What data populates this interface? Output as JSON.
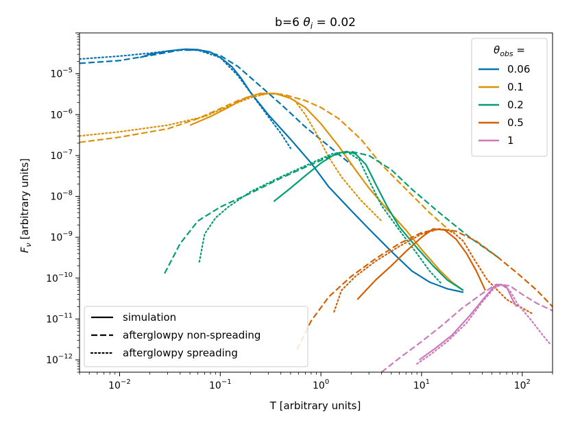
{
  "chart_data": {
    "type": "line",
    "title": "b=6 θi = 0.02",
    "xlabel": "T [arbitrary units]",
    "ylabel": "Fν [arbitrary units]",
    "x_scale": "log",
    "y_scale": "log",
    "xlim": [
      0.004,
      200
    ],
    "ylim": [
      5e-13,
      0.0001
    ],
    "x_ticks": [
      {
        "value": 0.01,
        "mantissa": "10",
        "exp": "−2"
      },
      {
        "value": 0.1,
        "mantissa": "10",
        "exp": "−1"
      },
      {
        "value": 1,
        "mantissa": "10",
        "exp": "0"
      },
      {
        "value": 10,
        "mantissa": "10",
        "exp": "1"
      },
      {
        "value": 100,
        "mantissa": "10",
        "exp": "2"
      }
    ],
    "y_ticks": [
      {
        "value": 1e-12,
        "mantissa": "10",
        "exp": "−12"
      },
      {
        "value": 1e-11,
        "mantissa": "10",
        "exp": "−11"
      },
      {
        "value": 1e-10,
        "mantissa": "10",
        "exp": "−10"
      },
      {
        "value": 1e-09,
        "mantissa": "10",
        "exp": "−9"
      },
      {
        "value": 1e-08,
        "mantissa": "10",
        "exp": "−8"
      },
      {
        "value": 1e-07,
        "mantissa": "10",
        "exp": "−7"
      },
      {
        "value": 1e-06,
        "mantissa": "10",
        "exp": "−6"
      },
      {
        "value": 1e-05,
        "mantissa": "10",
        "exp": "−5"
      }
    ],
    "legend_obs": {
      "title": "θobs =",
      "placement": "top-right",
      "entries": [
        {
          "label": "0.06",
          "color": "#0173b2"
        },
        {
          "label": "0.1",
          "color": "#de8f05"
        },
        {
          "label": "0.2",
          "color": "#029e73"
        },
        {
          "label": "0.5",
          "color": "#d55e00"
        },
        {
          "label": "1",
          "color": "#cc78bc"
        }
      ]
    },
    "legend_style": {
      "placement": "bottom-left",
      "entries": [
        {
          "label": "simulation",
          "style": "solid"
        },
        {
          "label": "afterglowpy non-spreading",
          "style": "dashed"
        },
        {
          "label": "afterglowpy spreading",
          "style": "dotted"
        }
      ]
    },
    "series": [
      {
        "obs": "0.06",
        "style": "solid",
        "color": "#0173b2",
        "points": [
          [
            0.016,
            2.5e-05
          ],
          [
            0.02,
            3e-05
          ],
          [
            0.03,
            3.6e-05
          ],
          [
            0.045,
            4e-05
          ],
          [
            0.06,
            3.9e-05
          ],
          [
            0.08,
            3.4e-05
          ],
          [
            0.1,
            2.5e-05
          ],
          [
            0.13,
            1.5e-05
          ],
          [
            0.16,
            8e-06
          ],
          [
            0.2,
            3.5e-06
          ],
          [
            0.3,
            1e-06
          ],
          [
            0.5,
            2.5e-07
          ],
          [
            0.8,
            6.5e-08
          ],
          [
            1.2,
            1.7e-08
          ],
          [
            2,
            4.5e-09
          ],
          [
            3,
            1.6e-09
          ],
          [
            5,
            4.5e-10
          ],
          [
            8,
            1.5e-10
          ],
          [
            12,
            8e-11
          ],
          [
            18,
            5.5e-11
          ],
          [
            26,
            4.5e-11
          ]
        ]
      },
      {
        "obs": "0.06",
        "style": "dashed",
        "color": "#0173b2",
        "points": [
          [
            0.004,
            1.8e-05
          ],
          [
            0.01,
            2.1e-05
          ],
          [
            0.02,
            2.8e-05
          ],
          [
            0.04,
            3.8e-05
          ],
          [
            0.06,
            3.8e-05
          ],
          [
            0.1,
            2.8e-05
          ],
          [
            0.15,
            1.5e-05
          ],
          [
            0.25,
            5e-06
          ],
          [
            0.4,
            1.8e-06
          ],
          [
            0.7,
            5e-07
          ],
          [
            1.2,
            1.7e-07
          ],
          [
            2,
            6e-08
          ]
        ]
      },
      {
        "obs": "0.06",
        "style": "dotted",
        "color": "#0173b2",
        "points": [
          [
            0.004,
            2.3e-05
          ],
          [
            0.01,
            2.7e-05
          ],
          [
            0.02,
            3.2e-05
          ],
          [
            0.04,
            3.9e-05
          ],
          [
            0.06,
            3.8e-05
          ],
          [
            0.1,
            2.5e-05
          ],
          [
            0.15,
            9e-06
          ],
          [
            0.22,
            2.5e-06
          ],
          [
            0.3,
            9e-07
          ],
          [
            0.4,
            3.5e-07
          ],
          [
            0.5,
            1.5e-07
          ]
        ]
      },
      {
        "obs": "0.1",
        "style": "solid",
        "color": "#de8f05",
        "points": [
          [
            0.05,
            5.5e-07
          ],
          [
            0.08,
            9e-07
          ],
          [
            0.12,
            1.5e-06
          ],
          [
            0.18,
            2.6e-06
          ],
          [
            0.25,
            3.3e-06
          ],
          [
            0.35,
            3.3e-06
          ],
          [
            0.5,
            2.5e-06
          ],
          [
            0.7,
            1.5e-06
          ],
          [
            1,
            6e-07
          ],
          [
            1.5,
            1.7e-07
          ],
          [
            2.2,
            4.5e-08
          ],
          [
            3,
            1.6e-08
          ],
          [
            4.5,
            5e-09
          ],
          [
            7,
            1.5e-09
          ],
          [
            10,
            5e-10
          ],
          [
            15,
            1.6e-10
          ],
          [
            20,
            8e-11
          ],
          [
            26,
            5e-11
          ]
        ]
      },
      {
        "obs": "0.1",
        "style": "dashed",
        "color": "#de8f05",
        "points": [
          [
            0.004,
            2.1e-07
          ],
          [
            0.01,
            2.8e-07
          ],
          [
            0.03,
            4.5e-07
          ],
          [
            0.06,
            8e-07
          ],
          [
            0.1,
            1.4e-06
          ],
          [
            0.15,
            2.2e-06
          ],
          [
            0.2,
            2.8e-06
          ],
          [
            0.3,
            3.3e-06
          ],
          [
            0.45,
            3e-06
          ],
          [
            0.7,
            2.2e-06
          ],
          [
            1,
            1.5e-06
          ],
          [
            1.5,
            8e-07
          ],
          [
            2.5,
            2.5e-07
          ],
          [
            4,
            6e-08
          ],
          [
            7,
            1.5e-08
          ],
          [
            12,
            4e-09
          ],
          [
            20,
            1.3e-09
          ]
        ]
      },
      {
        "obs": "0.1",
        "style": "dotted",
        "color": "#de8f05",
        "points": [
          [
            0.004,
            3e-07
          ],
          [
            0.01,
            3.8e-07
          ],
          [
            0.03,
            5.5e-07
          ],
          [
            0.07,
            9e-07
          ],
          [
            0.12,
            1.6e-06
          ],
          [
            0.2,
            2.6e-06
          ],
          [
            0.3,
            3.3e-06
          ],
          [
            0.4,
            3.2e-06
          ],
          [
            0.55,
            2.2e-06
          ],
          [
            0.7,
            1e-06
          ],
          [
            0.9,
            3.5e-07
          ],
          [
            1.2,
            9e-08
          ],
          [
            1.6,
            3e-08
          ],
          [
            2.5,
            8e-09
          ],
          [
            4,
            2.5e-09
          ]
        ]
      },
      {
        "obs": "0.2",
        "style": "solid",
        "color": "#029e73",
        "points": [
          [
            0.34,
            7.5e-09
          ],
          [
            0.5,
            1.6e-08
          ],
          [
            0.7,
            3.2e-08
          ],
          [
            1,
            6.5e-08
          ],
          [
            1.4,
            1.1e-07
          ],
          [
            1.8,
            1.25e-07
          ],
          [
            2.2,
            1.1e-07
          ],
          [
            2.8,
            6e-08
          ],
          [
            3.5,
            2e-08
          ],
          [
            4.5,
            6e-09
          ],
          [
            6,
            1.8e-09
          ],
          [
            9,
            5.5e-10
          ],
          [
            13,
            2e-10
          ],
          [
            18,
            9e-11
          ],
          [
            26,
            5e-11
          ]
        ]
      },
      {
        "obs": "0.2",
        "style": "dashed",
        "color": "#029e73",
        "points": [
          [
            0.028,
            1.3e-10
          ],
          [
            0.04,
            7e-10
          ],
          [
            0.06,
            2.5e-09
          ],
          [
            0.1,
            5.5e-09
          ],
          [
            0.2,
            1.2e-08
          ],
          [
            0.4,
            2.8e-08
          ],
          [
            0.8,
            6e-08
          ],
          [
            1.3,
            1e-07
          ],
          [
            2,
            1.25e-07
          ],
          [
            3,
            1e-07
          ],
          [
            5,
            4.5e-08
          ],
          [
            8,
            1.5e-08
          ],
          [
            15,
            4e-09
          ],
          [
            30,
            1e-09
          ],
          [
            60,
            3e-10
          ]
        ]
      },
      {
        "obs": "0.2",
        "style": "dotted",
        "color": "#029e73",
        "points": [
          [
            0.062,
            2.5e-10
          ],
          [
            0.07,
            1.2e-09
          ],
          [
            0.09,
            3e-09
          ],
          [
            0.12,
            5.5e-09
          ],
          [
            0.2,
            1.3e-08
          ],
          [
            0.4,
            3e-08
          ],
          [
            0.8,
            6.5e-08
          ],
          [
            1.3,
            1.1e-07
          ],
          [
            1.8,
            1.25e-07
          ],
          [
            2.4,
            8e-08
          ],
          [
            3,
            2.5e-08
          ],
          [
            4,
            6e-09
          ],
          [
            6,
            1.5e-09
          ],
          [
            9,
            4e-10
          ],
          [
            12,
            1.5e-10
          ],
          [
            16,
            7e-11
          ]
        ]
      },
      {
        "obs": "0.5",
        "style": "solid",
        "color": "#d55e00",
        "points": [
          [
            2.3,
            3e-11
          ],
          [
            3.5,
            9e-11
          ],
          [
            5,
            2e-10
          ],
          [
            7,
            4.5e-10
          ],
          [
            10,
            1e-09
          ],
          [
            13,
            1.6e-09
          ],
          [
            17,
            1.5e-09
          ],
          [
            22,
            9e-10
          ],
          [
            28,
            4e-10
          ],
          [
            35,
            1.5e-10
          ],
          [
            43,
            5e-11
          ]
        ]
      },
      {
        "obs": "0.5",
        "style": "dashed",
        "color": "#d55e00",
        "points": [
          [
            0.58,
            1.8e-12
          ],
          [
            0.8,
            9e-12
          ],
          [
            1.2,
            3.5e-11
          ],
          [
            2,
            1.1e-10
          ],
          [
            3.5,
            3e-10
          ],
          [
            6,
            7e-10
          ],
          [
            10,
            1.3e-09
          ],
          [
            15,
            1.6e-09
          ],
          [
            22,
            1.4e-09
          ],
          [
            35,
            8e-10
          ],
          [
            55,
            3.5e-10
          ],
          [
            90,
            1.3e-10
          ],
          [
            140,
            5e-11
          ],
          [
            200,
            2e-11
          ]
        ]
      },
      {
        "obs": "0.5",
        "style": "dotted",
        "color": "#d55e00",
        "points": [
          [
            1.35,
            1.5e-11
          ],
          [
            1.6,
            5e-11
          ],
          [
            2.2,
            1.1e-10
          ],
          [
            3.5,
            2.6e-10
          ],
          [
            6,
            6e-10
          ],
          [
            10,
            1.2e-09
          ],
          [
            15,
            1.6e-09
          ],
          [
            20,
            1.4e-09
          ],
          [
            26,
            8e-10
          ],
          [
            33,
            3e-10
          ],
          [
            45,
            9e-11
          ],
          [
            70,
            3e-11
          ],
          [
            130,
            1.3e-11
          ]
        ]
      },
      {
        "obs": "1",
        "style": "solid",
        "color": "#cc78bc",
        "points": [
          [
            9.5,
            1e-12
          ],
          [
            14,
            2e-12
          ],
          [
            20,
            4e-12
          ],
          [
            30,
            1.2e-11
          ],
          [
            42,
            3.3e-11
          ],
          [
            52,
            6e-11
          ],
          [
            60,
            7e-11
          ],
          [
            70,
            6e-11
          ],
          [
            80,
            3e-11
          ],
          [
            88,
            2e-11
          ]
        ]
      },
      {
        "obs": "1",
        "style": "dashed",
        "color": "#cc78bc",
        "points": [
          [
            4,
            5e-13
          ],
          [
            6,
            1.1e-12
          ],
          [
            10,
            2.8e-12
          ],
          [
            16,
            7e-12
          ],
          [
            25,
            1.8e-11
          ],
          [
            40,
            4.2e-11
          ],
          [
            55,
            7e-11
          ],
          [
            75,
            6.5e-11
          ],
          [
            100,
            4e-11
          ],
          [
            140,
            2.4e-11
          ],
          [
            200,
            1.6e-11
          ]
        ]
      },
      {
        "obs": "1",
        "style": "dotted",
        "color": "#cc78bc",
        "points": [
          [
            9,
            8e-13
          ],
          [
            12,
            1.3e-12
          ],
          [
            18,
            2.8e-12
          ],
          [
            28,
            8e-12
          ],
          [
            40,
            2.6e-11
          ],
          [
            52,
            5.5e-11
          ],
          [
            62,
            7e-11
          ],
          [
            75,
            5e-11
          ],
          [
            90,
            2.3e-11
          ],
          [
            120,
            1e-11
          ],
          [
            160,
            4e-12
          ],
          [
            190,
            2.4e-12
          ]
        ]
      }
    ]
  }
}
